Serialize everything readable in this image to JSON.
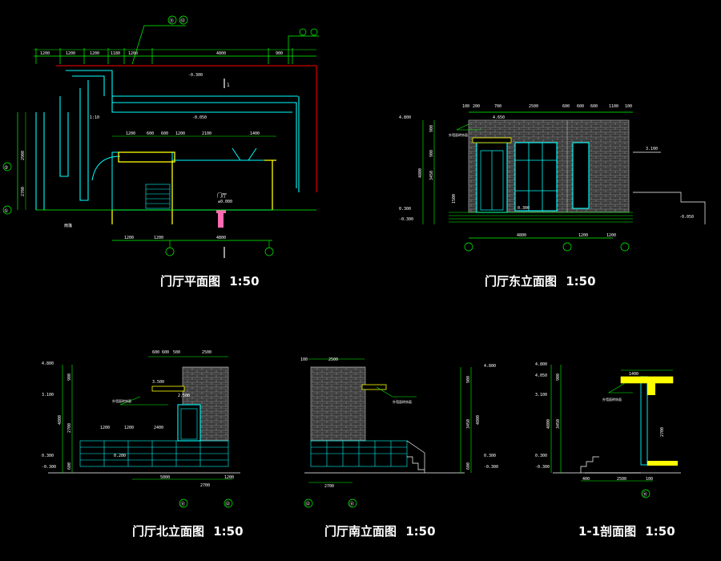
{
  "colors": {
    "background": "#000000",
    "wall": "#00ffff",
    "dimension": "#00ff00",
    "text": "#ffffff",
    "yellow": "#ffff00",
    "red": "#ff0000",
    "brick": "#7a7a7a",
    "magenta": "#ff00ff"
  },
  "drawings": {
    "plan": {
      "title": "门厅平面图",
      "scale": "1:50",
      "top_dims": [
        "1200",
        "1200",
        "1200",
        "1180",
        "1200",
        "4800",
        "900"
      ],
      "bottom_dims": [
        "1200",
        "1200",
        "4800"
      ],
      "inner_dims": [
        "1200",
        "600",
        "600",
        "1200",
        "2100",
        "1400"
      ],
      "left_dims": [
        "2900",
        "2700"
      ],
      "levels": [
        "-0.300",
        "-0.050",
        "±0.000"
      ],
      "labels": [
        "门厅",
        "1:10",
        "雨篷"
      ],
      "grid_left": [
        "②",
        "①"
      ],
      "grid_top": [
        "⑪",
        "⑫"
      ],
      "section_mark": "1"
    },
    "east": {
      "title": "门厅东立面图",
      "scale": "1:50",
      "top_dims": [
        "100",
        "200",
        "700",
        "2500",
        "600",
        "600",
        "600",
        "1100",
        "100"
      ],
      "bottom_dims": [
        "4800",
        "1200",
        "1200"
      ],
      "levels": [
        "4.800",
        "4.650",
        "0.300",
        "-0.300",
        "3.100",
        "-0.050",
        "0.300"
      ],
      "side_dims": [
        "900",
        "4800",
        "3450",
        "900",
        "1500"
      ],
      "note": "外墙面砖饰面"
    },
    "north": {
      "title": "门厅北立面图",
      "scale": "1:50",
      "top_dims": [
        "600",
        "600",
        "500",
        "2500"
      ],
      "levels": [
        "4.800",
        "3.100",
        "0.300",
        "-0.300",
        "3.500",
        "2.500",
        "0.200"
      ],
      "mid_dims": [
        "1200",
        "1200",
        "2400"
      ],
      "bottom_dims": [
        "5000",
        "2700",
        "1200"
      ],
      "side_dims": [
        "900",
        "4800",
        "2700",
        "600"
      ],
      "note": "外墙面砖饰面",
      "grid": [
        "⑪",
        "⑫"
      ]
    },
    "south": {
      "title": "门厅南立面图",
      "scale": "1:50",
      "top_dims": [
        "100",
        "2500"
      ],
      "levels": [
        "4.800",
        "0.300",
        "-0.300"
      ],
      "bottom_dims": [
        "2700"
      ],
      "side_dims": [
        "900",
        "3450",
        "4800",
        "600"
      ],
      "note": "外墙面砖饰面",
      "grid": [
        "⑫",
        "⑪"
      ]
    },
    "section": {
      "title": "1-1剖面图",
      "scale": "1:50",
      "levels": [
        "4.800",
        "4.050",
        "3.100",
        "0.300",
        "-0.300"
      ],
      "top_dims": [
        "1400"
      ],
      "bottom_dims": [
        "400",
        "2500",
        "100"
      ],
      "side_dims": [
        "900",
        "4800",
        "3450",
        "2700"
      ],
      "note": "外墙面砖饰面",
      "grid": [
        "⑪"
      ]
    }
  }
}
